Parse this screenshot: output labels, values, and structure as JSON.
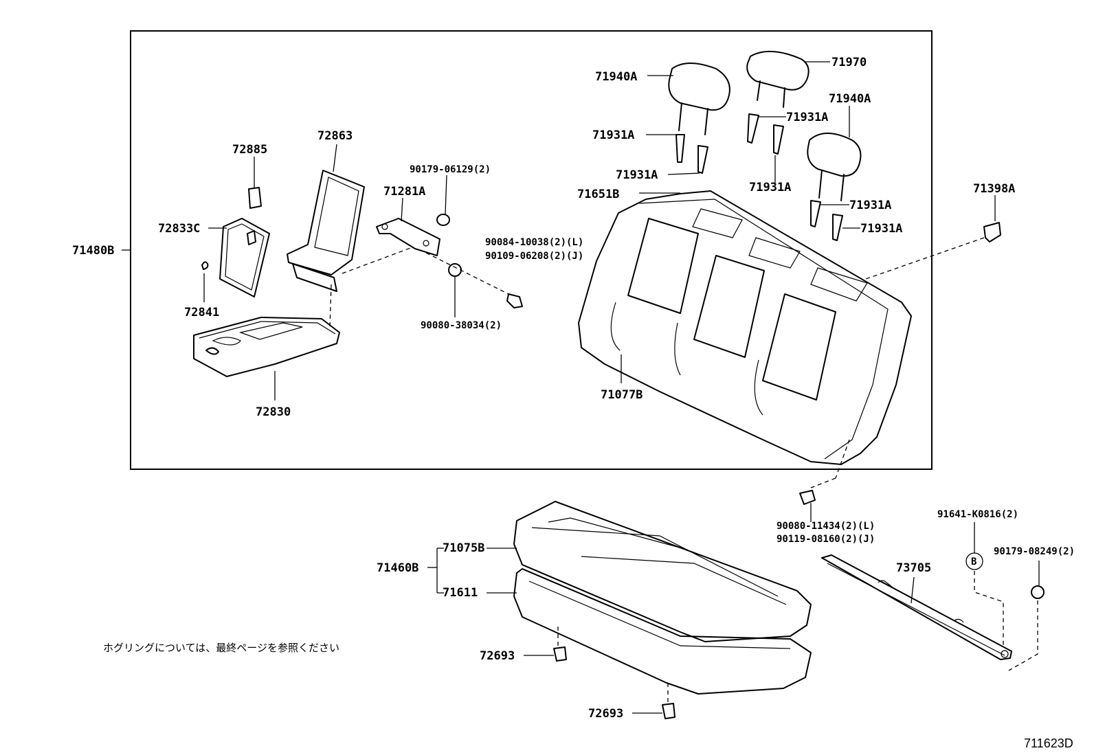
{
  "labels": {
    "p71480B": "71480B",
    "p72885": "72885",
    "p72863": "72863",
    "p72833C": "72833C",
    "p72841": "72841",
    "p72830": "72830",
    "p71281A": "71281A",
    "p90179_06129": "90179-06129(2)",
    "p90084_10038": "90084-10038(2)(L)",
    "p90109_06208": "90109-06208(2)(J)",
    "p90080_38034": "90080-38034(2)",
    "p71940A_left": "71940A",
    "p71970": "71970",
    "p71940A_right": "71940A",
    "p71931A_1": "71931A",
    "p71931A_2": "71931A",
    "p71931A_3": "71931A",
    "p71931A_4": "71931A",
    "p71931A_5": "71931A",
    "p71931A_6": "71931A",
    "p71651B": "71651B",
    "p71077B": "71077B",
    "p71398A": "71398A",
    "p90080_11434": "90080-11434(2)(L)",
    "p90119_08160": "90119-08160(2)(J)",
    "p91641_K0816": "91641-K0816(2)",
    "p90179_08249": "90179-08249(2)",
    "p73705": "73705",
    "p71460B": "71460B",
    "p71075B": "71075B",
    "p71611": "71611",
    "p72693_1": "72693",
    "p72693_2": "72693",
    "marker_b": "B"
  },
  "note": "ホグリングについては、最終ページを参照ください",
  "figure_id": "711623D"
}
